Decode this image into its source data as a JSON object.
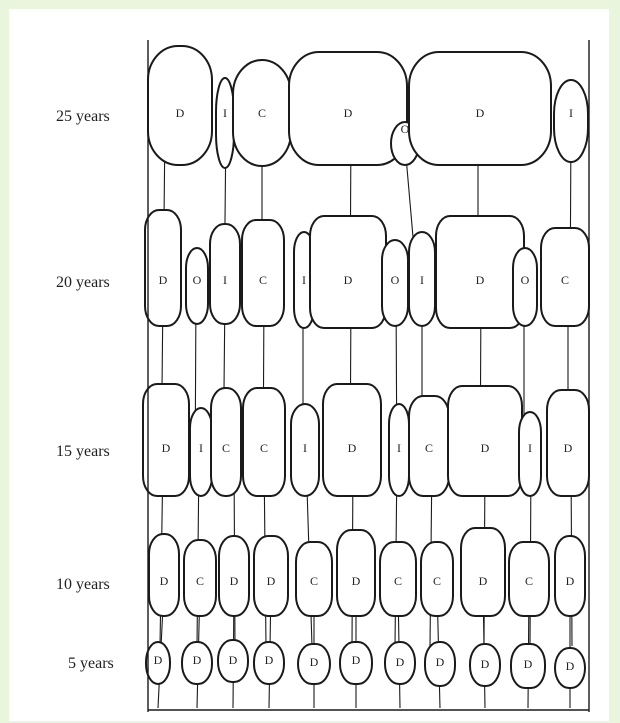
{
  "figure": {
    "rows": [
      {
        "age": "25 years",
        "cells": [
          "D",
          "I",
          "C",
          "D",
          "O",
          "D",
          "I"
        ]
      },
      {
        "age": "20 years",
        "cells": [
          "D",
          "O",
          "I",
          "C",
          "I",
          "D",
          "O",
          "I",
          "D",
          "O",
          "C"
        ]
      },
      {
        "age": "15 years",
        "cells": [
          "D",
          "I",
          "C",
          "C",
          "I",
          "D",
          "I",
          "C",
          "D",
          "I",
          "D"
        ]
      },
      {
        "age": "10 years",
        "cells": [
          "D",
          "C",
          "D",
          "D",
          "C",
          "D",
          "C",
          "C",
          "D",
          "C",
          "D"
        ]
      },
      {
        "age": "5 years",
        "cells": [
          "D",
          "D",
          "D",
          "D",
          "D",
          "D",
          "D",
          "D",
          "D",
          "D",
          "D"
        ]
      }
    ]
  }
}
